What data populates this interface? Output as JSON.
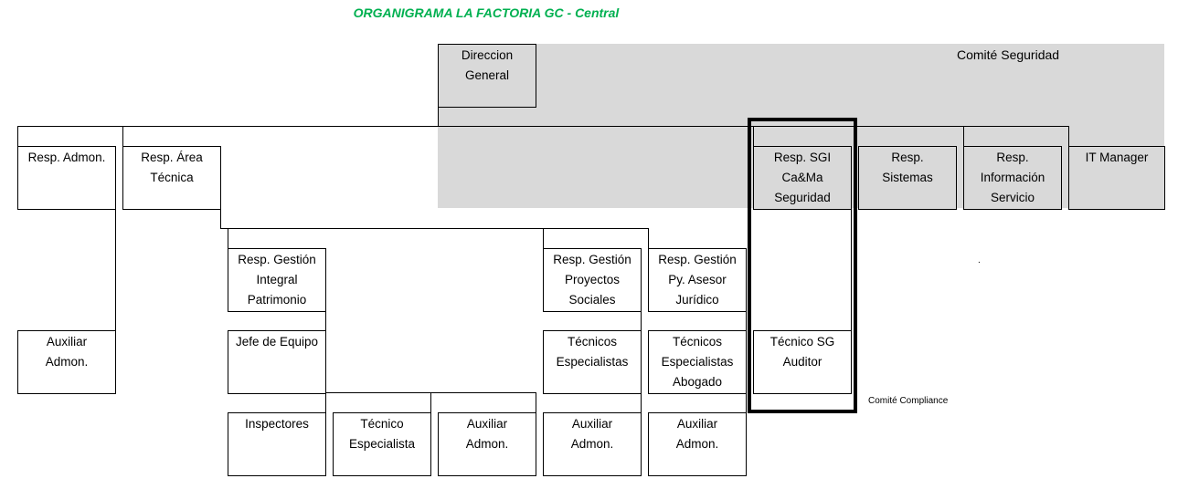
{
  "title": "ORGANIGRAMA LA FACTORIA GC - Central",
  "committees": {
    "security": "Comité Seguridad",
    "compliance": "Comité Compliance"
  },
  "stray_mark": ".",
  "boxes": {
    "direccion": "Direccion\nGeneral",
    "resp_admon": "Resp. Admon.",
    "resp_area_tecnica": "Resp. Área\nTécnica",
    "resp_sgi": "Resp. SGI\nCa&Ma\nSeguridad",
    "resp_sistemas": "Resp.\nSistemas",
    "resp_informacion": "Resp.\nInformación\nServicio",
    "it_manager": "IT Manager",
    "resp_gestion_integral": "Resp. Gestión\nIntegral\nPatrimonio",
    "resp_gestion_proyectos": "Resp. Gestión\nProyectos\nSociales",
    "resp_gestion_juridico": "Resp. Gestión\nPy. Asesor\nJurídico",
    "auxiliar_admon_1": "Auxiliar\nAdmon.",
    "jefe_equipo": "Jefe de Equipo",
    "tecnicos_especialistas": "Técnicos\nEspecialistas",
    "tecnicos_abogado": "Técnicos\nEspecialistas\nAbogado",
    "tecnico_sg": "Técnico SG\nAuditor",
    "inspectores": "Inspectores",
    "tecnico_especialista": "Técnico\nEspecialista",
    "auxiliar_admon_2": "Auxiliar\nAdmon.",
    "auxiliar_admon_3": "Auxiliar\nAdmon.",
    "auxiliar_admon_4": "Auxiliar\nAdmon."
  },
  "colors": {
    "title": "#00b050",
    "committee_fill": "#d9d9d9"
  }
}
